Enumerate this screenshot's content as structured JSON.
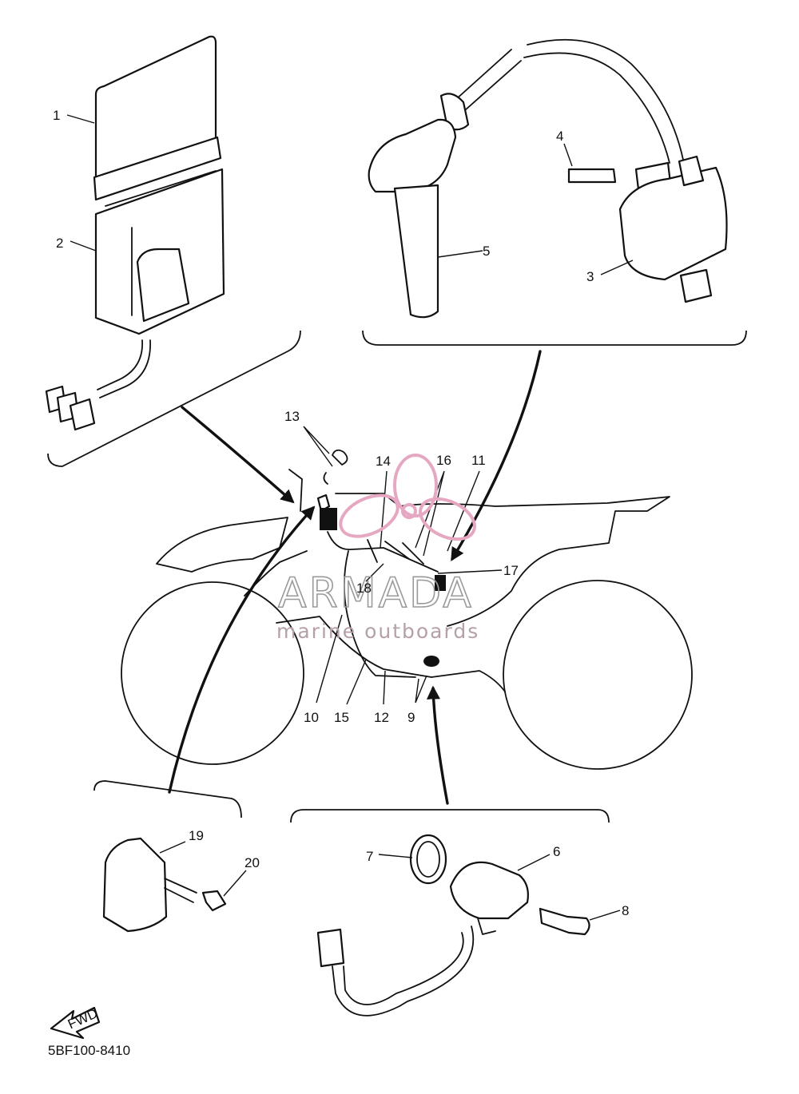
{
  "diagram": {
    "code": "5BF100-8410",
    "fwd_label": "FWD",
    "watermark": {
      "brand": "ARMADA",
      "tagline": "marine outboards"
    },
    "callouts": {
      "c1": "1",
      "c2": "2",
      "c3": "3",
      "c4": "4",
      "c5": "5",
      "c6": "6",
      "c7": "7",
      "c8": "8",
      "c9": "9",
      "c10": "10",
      "c11": "11",
      "c12": "12",
      "c13": "13",
      "c14": "14",
      "c15": "15",
      "c16": "16",
      "c17": "17",
      "c18": "18",
      "c19": "19",
      "c20": "20"
    },
    "colors": {
      "ink": "#111111",
      "watermark_pink": "#e6a7c2",
      "watermark_gray": "#9a9a9a"
    }
  }
}
